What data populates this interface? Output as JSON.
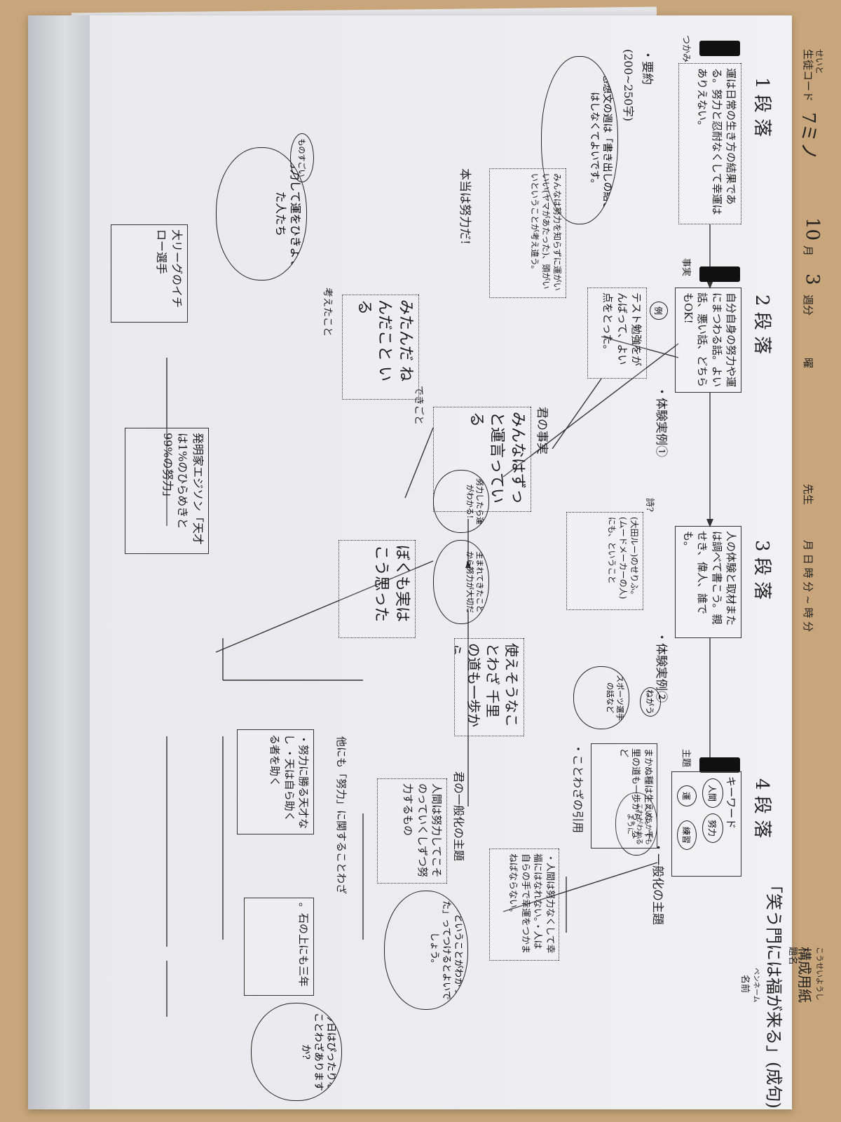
{
  "sheet": {
    "form_title": "構成用紙",
    "form_title_ruby": "こうせいようし",
    "title_label": "題名",
    "title_label_ruby": "だいめい",
    "essay_title": "「笑う門には福が来る」(成句)",
    "student_code_label": "生徒コード",
    "student_code_ruby": "せいと",
    "student_code_value": "7ミノ",
    "date": {
      "month": "10",
      "month_label": "月",
      "day": "3",
      "week_label": "週分",
      "dow_label": "曜",
      "teacher_label": "先生",
      "time_labels": "月 日 時 分 ~ 時 分"
    },
    "penname_label": "名前",
    "penname_ruby": "ペンネーム"
  },
  "paragraphs": {
    "p1": {
      "heading": "1 段 落",
      "role": "つかみ",
      "text": "運は日常の生き方の結果である。努力と忍耐なくして幸運はありえない。"
    },
    "p2": {
      "heading": "2 段 落",
      "role": "事実",
      "text": "自分自身の努力や運にまつわる話。よい話、悪い話、どちらもOK!",
      "sub": "・体験実例①"
    },
    "p3": {
      "heading": "3 段 落",
      "text": "人の体験と取材または調べて書こう。親せき、偉人、誰でも。",
      "sub": "・体験実例②"
    },
    "p4": {
      "heading": "4 段 落",
      "role": "主題",
      "keyword_label": "キーワード",
      "keywords": [
        "人間",
        "努力",
        "運",
        "練習"
      ],
      "sub": "・一般化の主題"
    }
  },
  "summary": {
    "label": "・要約",
    "count": "(200~250字)",
    "note": "☆感想文の週は「書き出しの結び」はしなくてよいです。"
  },
  "notes": {
    "example_mark": "例",
    "test_box": "テスト勉強をがんばって、よい点をとった。",
    "minna_box": "みんなは努力を知らずに運がいいい(ヤマがあたった)、頭がいいということが考え違う。",
    "honto": "本当は努力だ!",
    "kimi_jijitsu_label": "君の事実",
    "kimi_jijitsu_text": "みんなはずっと運言っている",
    "dekigoto": "できごと",
    "kangaeta_koto": "考えたこと",
    "mitanoshi": "みたんだ ねんだこと いる",
    "boku_mo": "ぼくも実はこう思った",
    "yoda_box": "(大田ルー)のせりふ。(ムードメーカーの人)にも、ということ",
    "sports_cloud": "スポーツ選手の話など",
    "frog_mark": "ねがう",
    "kotowaza_box": "まかぬ種は生えぬ。千里の道も一歩から。など",
    "kotowaza_label": "・ことわざの引用",
    "tsukaeru_box": "使えそうなことわざ 千里の道も一歩から",
    "ippanka_box": "・人間は努力なくして幸福にはなれない。・人は自らの手で幸運をつかまねばならない。",
    "kimi_ippanka": "君の一般化の主題",
    "kimi_ippanka_text": "人間は努力してこそのっていくしずつ努力するもの",
    "iukoto_cloud": "「ということがわかった」ってつけるとよいでしょう。",
    "kimari_cloud": "今日はぴったりなことわざありますか?",
    "ishi_box": "。石の上にも三年",
    "tanimo_box": "他にも「努力」に関することわざ",
    "doryoku_box": "・努力に勝る天才なし ・天は自ら助くる者を助く",
    "edison_box": "発明家エジソン「天才は1%のひらめきと99%の努力」",
    "ichiro_box": "大リーグのイチロー選手",
    "mono_label": "ものすごい",
    "doryoku_cloud": "努力して運をひきよせた人たち",
    "umarete_cloud": "生まれてきたことから努力が大切だ",
    "samishii_cloud": "努力したら運がわかる!",
    "toitsu_cloud": "というかでもこれがわかるように",
    "ken": "詩?"
  }
}
